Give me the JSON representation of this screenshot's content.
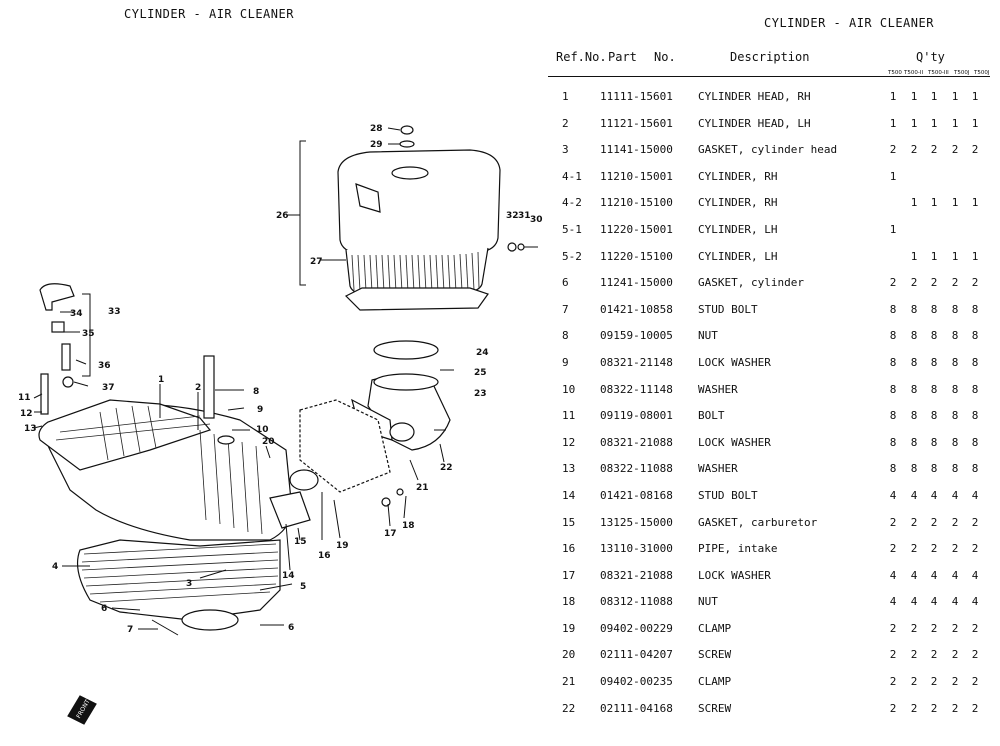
{
  "titles": {
    "left": "CYLINDER - AIR CLEANER",
    "right": "CYLINDER - AIR CLEANER"
  },
  "table": {
    "headers": {
      "ref": "Ref.No.",
      "part": "Part",
      "no": "No.",
      "description": "Description",
      "qty": "Q'ty"
    },
    "models": [
      "T500",
      "T500-II",
      "T500-III",
      "T500J",
      "T500J"
    ],
    "rows": [
      {
        "ref": "1",
        "part": "11111-15601",
        "desc": "CYLINDER HEAD, RH",
        "qty": [
          "1",
          "1",
          "1",
          "1",
          "1"
        ]
      },
      {
        "ref": "2",
        "part": "11121-15601",
        "desc": "CYLINDER HEAD, LH",
        "qty": [
          "1",
          "1",
          "1",
          "1",
          "1"
        ]
      },
      {
        "ref": "3",
        "part": "11141-15000",
        "desc": "GASKET, cylinder head",
        "qty": [
          "2",
          "2",
          "2",
          "2",
          "2"
        ]
      },
      {
        "ref": "4-1",
        "part": "11210-15001",
        "desc": "CYLINDER, RH",
        "qty": [
          "1",
          "",
          "",
          "",
          ""
        ]
      },
      {
        "ref": "4-2",
        "part": "11210-15100",
        "desc": "CYLINDER, RH",
        "qty": [
          "",
          "1",
          "1",
          "1",
          "1"
        ]
      },
      {
        "ref": "5-1",
        "part": "11220-15001",
        "desc": "CYLINDER, LH",
        "qty": [
          "1",
          "",
          "",
          "",
          ""
        ]
      },
      {
        "ref": "5-2",
        "part": "11220-15100",
        "desc": "CYLINDER, LH",
        "qty": [
          "",
          "1",
          "1",
          "1",
          "1"
        ]
      },
      {
        "ref": "6",
        "part": "11241-15000",
        "desc": "GASKET, cylinder",
        "qty": [
          "2",
          "2",
          "2",
          "2",
          "2"
        ]
      },
      {
        "ref": "7",
        "part": "01421-10858",
        "desc": "STUD BOLT",
        "qty": [
          "8",
          "8",
          "8",
          "8",
          "8"
        ]
      },
      {
        "ref": "8",
        "part": "09159-10005",
        "desc": "NUT",
        "qty": [
          "8",
          "8",
          "8",
          "8",
          "8"
        ]
      },
      {
        "ref": "9",
        "part": "08321-21148",
        "desc": "LOCK WASHER",
        "qty": [
          "8",
          "8",
          "8",
          "8",
          "8"
        ]
      },
      {
        "ref": "10",
        "part": "08322-11148",
        "desc": "WASHER",
        "qty": [
          "8",
          "8",
          "8",
          "8",
          "8"
        ]
      },
      {
        "ref": "11",
        "part": "09119-08001",
        "desc": "BOLT",
        "qty": [
          "8",
          "8",
          "8",
          "8",
          "8"
        ]
      },
      {
        "ref": "12",
        "part": "08321-21088",
        "desc": "LOCK WASHER",
        "qty": [
          "8",
          "8",
          "8",
          "8",
          "8"
        ]
      },
      {
        "ref": "13",
        "part": "08322-11088",
        "desc": "WASHER",
        "qty": [
          "8",
          "8",
          "8",
          "8",
          "8"
        ]
      },
      {
        "ref": "14",
        "part": "01421-08168",
        "desc": "STUD BOLT",
        "qty": [
          "4",
          "4",
          "4",
          "4",
          "4"
        ]
      },
      {
        "ref": "15",
        "part": "13125-15000",
        "desc": "GASKET, carburetor",
        "qty": [
          "2",
          "2",
          "2",
          "2",
          "2"
        ]
      },
      {
        "ref": "16",
        "part": "13110-31000",
        "desc": "PIPE, intake",
        "qty": [
          "2",
          "2",
          "2",
          "2",
          "2"
        ]
      },
      {
        "ref": "17",
        "part": "08321-21088",
        "desc": "LOCK WASHER",
        "qty": [
          "4",
          "4",
          "4",
          "4",
          "4"
        ]
      },
      {
        "ref": "18",
        "part": "08312-11088",
        "desc": "NUT",
        "qty": [
          "4",
          "4",
          "4",
          "4",
          "4"
        ]
      },
      {
        "ref": "19",
        "part": "09402-00229",
        "desc": "CLAMP",
        "qty": [
          "2",
          "2",
          "2",
          "2",
          "2"
        ]
      },
      {
        "ref": "20",
        "part": "02111-04207",
        "desc": "SCREW",
        "qty": [
          "2",
          "2",
          "2",
          "2",
          "2"
        ]
      },
      {
        "ref": "21",
        "part": "09402-00235",
        "desc": "CLAMP",
        "qty": [
          "2",
          "2",
          "2",
          "2",
          "2"
        ]
      },
      {
        "ref": "22",
        "part": "02111-04168",
        "desc": "SCREW",
        "qty": [
          "2",
          "2",
          "2",
          "2",
          "2"
        ]
      }
    ]
  },
  "diagram": {
    "callouts": [
      "1",
      "2",
      "3",
      "4",
      "5",
      "6",
      "6",
      "7",
      "8",
      "9",
      "10",
      "11",
      "12",
      "13",
      "14",
      "15",
      "16",
      "17",
      "18",
      "19",
      "20",
      "21",
      "22",
      "23",
      "24",
      "25",
      "26",
      "27",
      "28",
      "29",
      "30",
      "31",
      "32",
      "33",
      "34",
      "35",
      "36",
      "37"
    ],
    "front_marker": "FRONT"
  }
}
